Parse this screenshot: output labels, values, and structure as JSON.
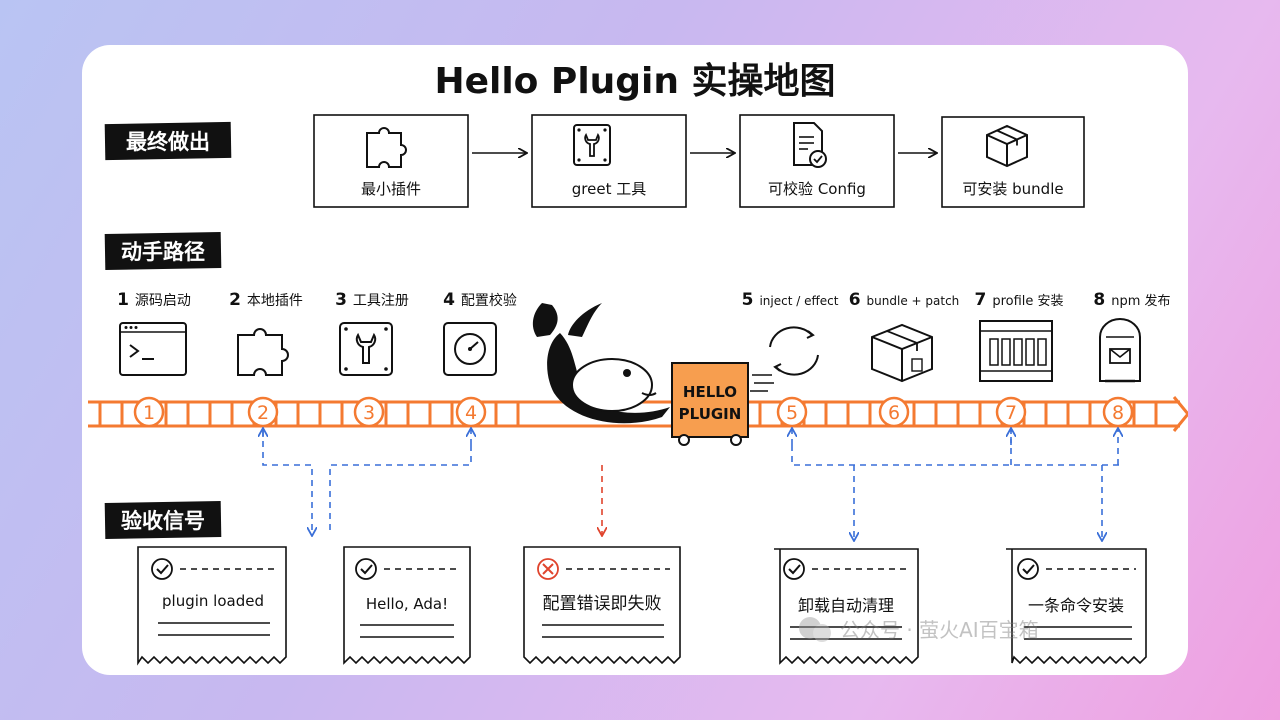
{
  "title": "Hello Plugin 实操地图",
  "sections": {
    "outcome": "最终做出",
    "path": "动手路径",
    "signals": "验收信号"
  },
  "outcomes": [
    {
      "label": "最小插件",
      "icon": "puzzle-icon"
    },
    {
      "label": "greet 工具",
      "icon": "wrench-box-icon"
    },
    {
      "label": "可校验 Config",
      "icon": "document-check-icon"
    },
    {
      "label": "可安装 bundle",
      "icon": "package-icon"
    }
  ],
  "steps": [
    {
      "num": "1",
      "label": "源码启动",
      "icon": "terminal-icon"
    },
    {
      "num": "2",
      "label": "本地插件",
      "icon": "puzzle-icon"
    },
    {
      "num": "3",
      "label": "工具注册",
      "icon": "wrench-box-icon"
    },
    {
      "num": "4",
      "label": "配置校验",
      "icon": "gauge-icon"
    },
    {
      "num": "5",
      "label": "inject / effect",
      "icon": "refresh-cycle-icon"
    },
    {
      "num": "6",
      "label": "bundle + patch",
      "icon": "package-icon"
    },
    {
      "num": "7",
      "label": "profile 安装",
      "icon": "rack-icon"
    },
    {
      "num": "8",
      "label": "npm 发布",
      "icon": "mailbox-icon"
    }
  ],
  "cart_label": [
    "HELLO",
    "PLUGIN"
  ],
  "receipts": [
    {
      "label": "plugin loaded",
      "status": "check"
    },
    {
      "label": "Hello, Ada!",
      "status": "check"
    },
    {
      "label": "配置错误即失败",
      "status": "error"
    },
    {
      "label": "卸载自动清理",
      "status": "check"
    },
    {
      "label": "一条命令安装",
      "status": "check"
    }
  ],
  "watermark": "公众号 · 萤火AI百宝箱",
  "colors": {
    "track": "#f47a31",
    "accent_orange": "#f79e4f",
    "blue_arrow": "#3a6fd8",
    "red_arrow": "#e0442d",
    "ink": "#111111"
  }
}
